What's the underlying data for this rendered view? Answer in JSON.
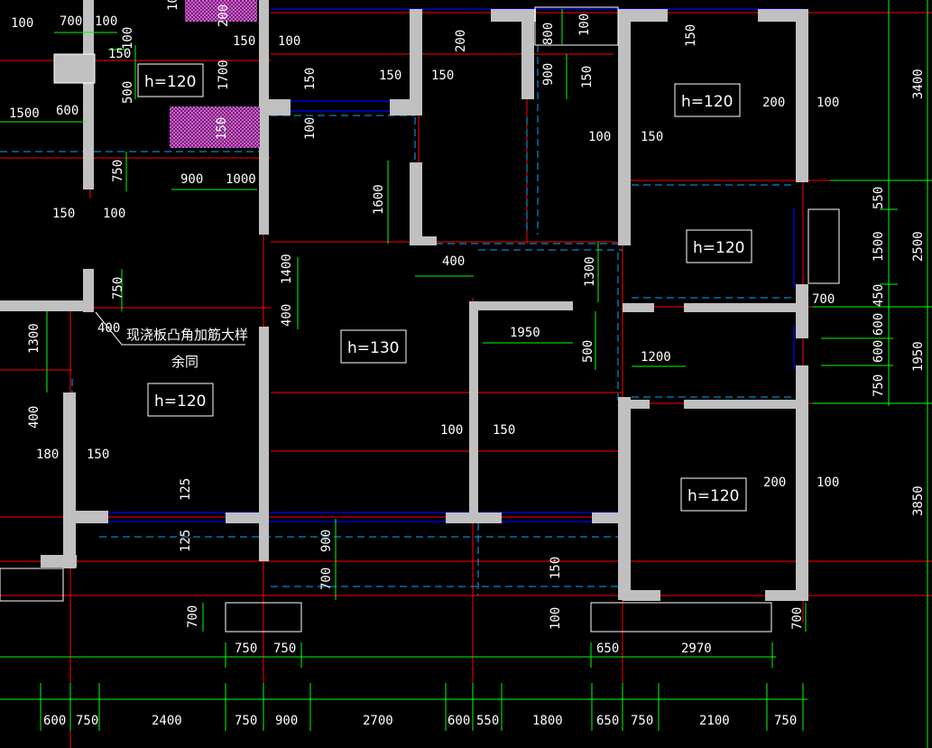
{
  "colors": {
    "background": "#000000",
    "wall": "#c0c0c0",
    "axis": "#ff0000",
    "dim": "#00ff00",
    "beam": "#0000ff",
    "text": "#ffffff",
    "hatch": "#cc33cc",
    "beamDash": "#00aaff"
  },
  "slabs": [
    {
      "id": "slab-1",
      "text": "h=120"
    },
    {
      "id": "slab-2",
      "text": "h=120"
    },
    {
      "id": "slab-3",
      "text": "h=120"
    },
    {
      "id": "slab-4",
      "text": "h=130"
    },
    {
      "id": "slab-5",
      "text": "h=120"
    },
    {
      "id": "slab-6",
      "text": "h=120"
    }
  ],
  "note": {
    "line1": "现浇板凸角加筋大样",
    "line2": "余同"
  },
  "bottom_dims": [
    "600",
    "750",
    "2400",
    "750",
    "900",
    "2700",
    "600",
    "550",
    "1800",
    "650",
    "750",
    "2100",
    "750"
  ],
  "right_dims": [
    "3400",
    "550",
    "1500",
    "2500",
    "450",
    "600",
    "600",
    "1950",
    "750",
    "3850"
  ],
  "labels": [
    "100",
    "700",
    "100",
    "100",
    "200",
    "150",
    "100",
    "100",
    "200",
    "800",
    "100",
    "150",
    "1500",
    "600",
    "500",
    "150",
    "1700",
    "150",
    "150",
    "150",
    "900",
    "150",
    "100",
    "150",
    "100",
    "200",
    "100",
    "150",
    "1600",
    "750",
    "900",
    "1000",
    "150",
    "100",
    "400",
    "1400",
    "1300",
    "750",
    "400",
    "400",
    "1300",
    "1950",
    "500",
    "1200",
    "700",
    "400",
    "100",
    "150",
    "180",
    "150",
    "125",
    "125",
    "900",
    "700",
    "150",
    "100",
    "200",
    "100",
    "700",
    "750",
    "750",
    "650",
    "2970",
    "700",
    "100"
  ]
}
